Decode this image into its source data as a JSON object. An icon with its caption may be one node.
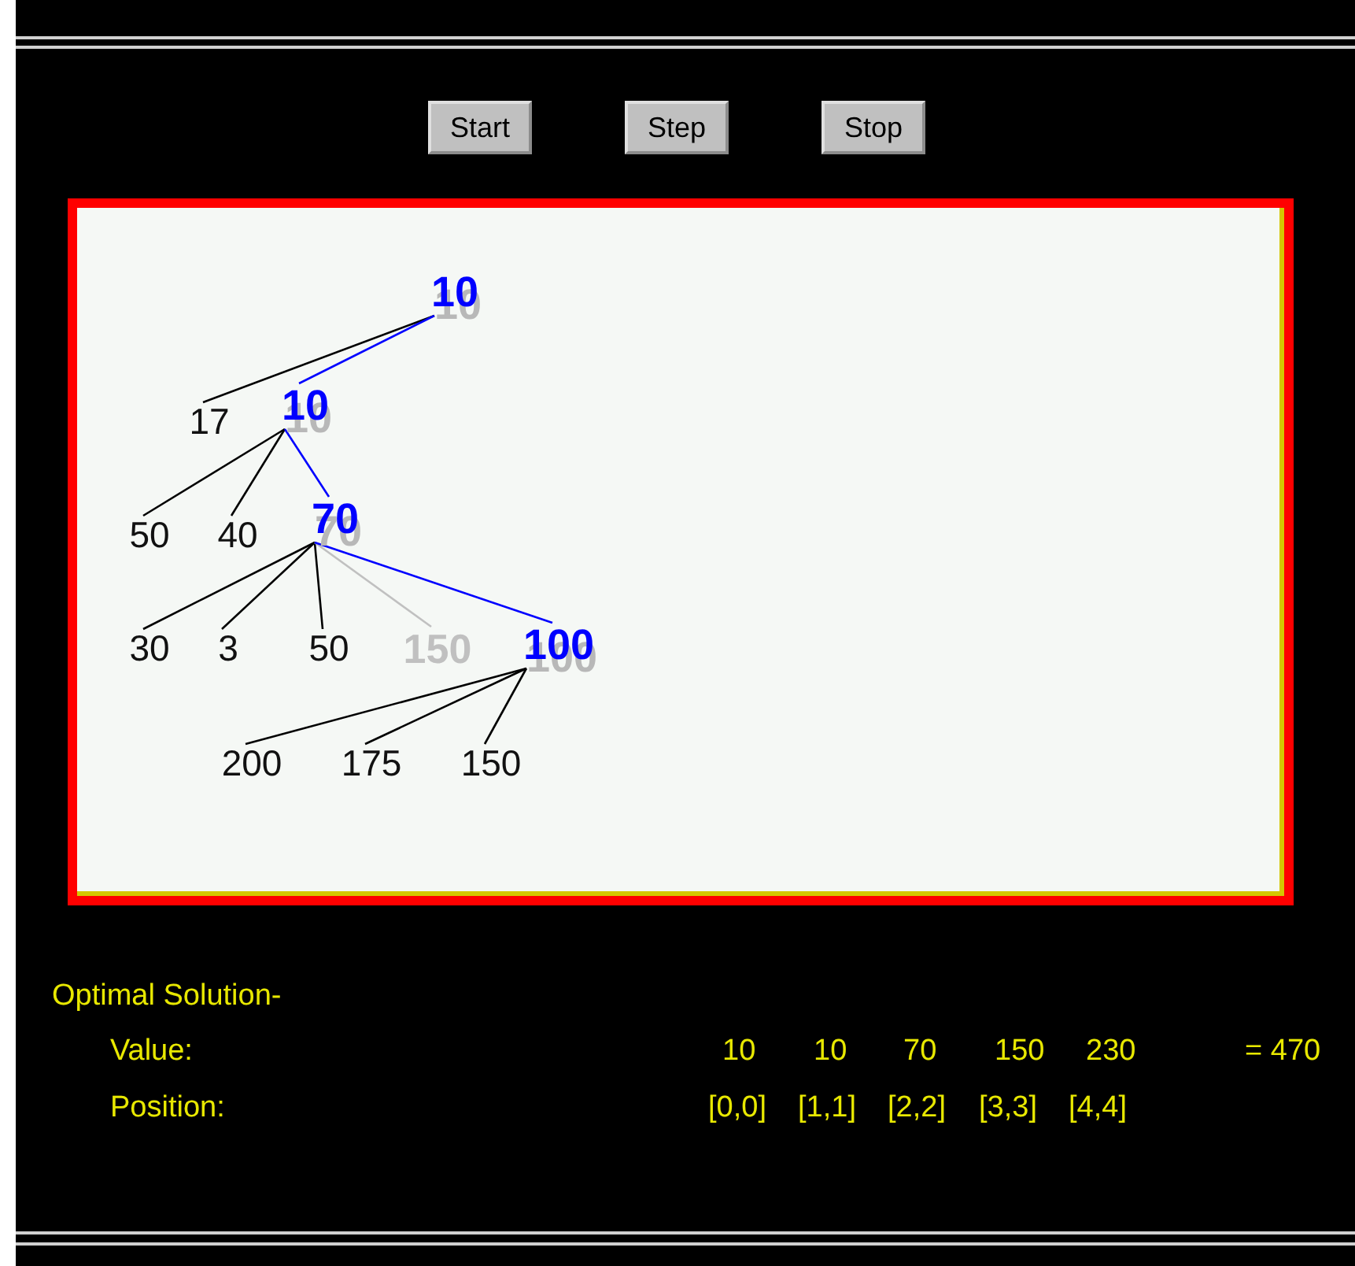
{
  "diagram": {
    "nodes": [
      {
        "text": [
          "10"
        ]
      },
      {
        "text": [
          "17"
        ]
      },
      {
        "text": [
          "10"
        ]
      },
      {
        "text": [
          "50"
        ]
      },
      {
        "text": [
          "40"
        ]
      },
      {
        "text": [
          "70"
        ]
      },
      {
        "text": [
          "30"
        ]
      },
      {
        "text": [
          "3"
        ]
      },
      {
        "text": [
          "50"
        ]
      },
      {
        "text": [
          "150"
        ]
      },
      {
        "text": [
          "100"
        ]
      },
      {
        "text": [
          "200"
        ]
      },
      {
        "text": [
          "175"
        ]
      },
      {
        "text": [
          "150"
        ]
      }
    ],
    "edges": [
      {
        "from": 0,
        "to": 1,
        "arrow": "none"
      },
      {
        "from": 0,
        "to": 2,
        "arrow": "none",
        "color": "#0000ff"
      },
      {
        "from": 2,
        "to": 3,
        "arrow": "none"
      },
      {
        "from": 2,
        "to": 4,
        "arrow": "none"
      },
      {
        "from": 2,
        "to": 5,
        "arrow": "none",
        "color": "#0000ff"
      },
      {
        "from": 5,
        "to": 6,
        "arrow": "none"
      },
      {
        "from": 5,
        "to": 7,
        "arrow": "none"
      },
      {
        "from": 5,
        "to": 8,
        "arrow": "none"
      },
      {
        "from": 5,
        "to": 9,
        "arrow": "none",
        "color": "#c0c0c0"
      },
      {
        "from": 5,
        "to": 10,
        "arrow": "none",
        "color": "#0000ff"
      },
      {
        "from": 10,
        "to": 11,
        "arrow": "none"
      },
      {
        "from": 10,
        "to": 12,
        "arrow": "none"
      },
      {
        "from": 10,
        "to": 13,
        "arrow": "none"
      }
    ],
    "labels": [
      "Start",
      "Step",
      "Stop",
      "Optimal Solution-",
      "Value:",
      "10",
      "10",
      "70",
      "150",
      "230",
      "= 470",
      "Position:",
      "[0,0]",
      "[1,1]",
      "[2,2]",
      "[3,3]",
      "[4,4]"
    ]
  }
}
